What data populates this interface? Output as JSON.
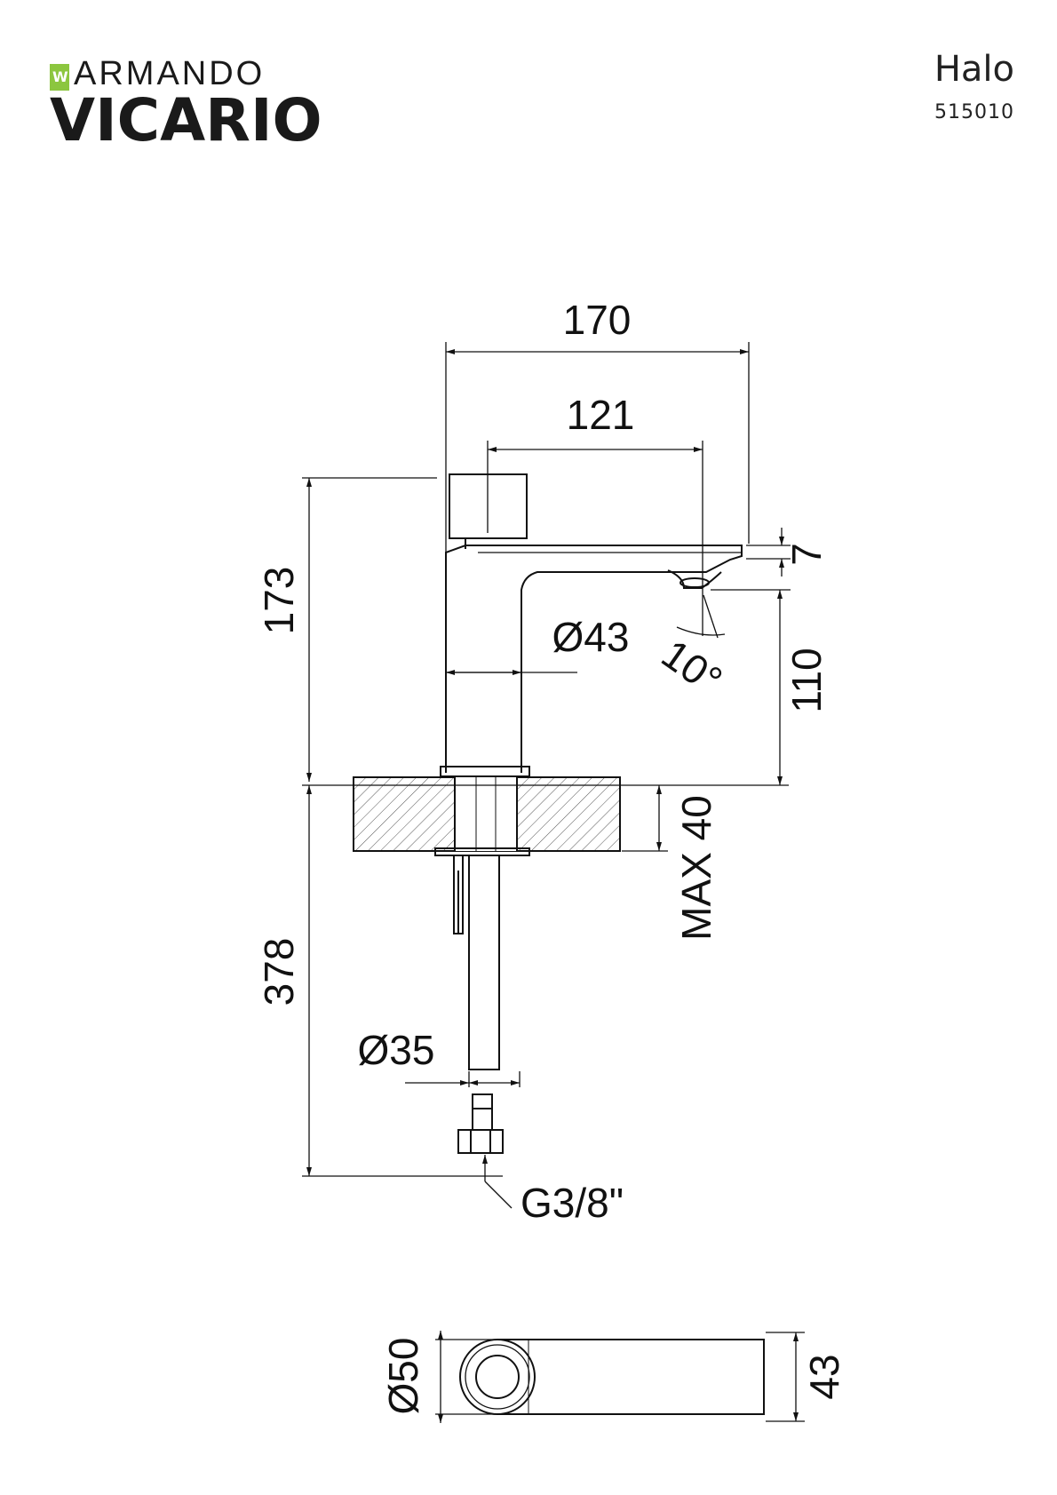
{
  "brand": {
    "line1": "ARMANDO",
    "line2": "VICARIO"
  },
  "product": {
    "name": "Halo",
    "code": "515010"
  },
  "dimensions": {
    "total_width": "170",
    "spout_reach": "121",
    "total_height": "173",
    "spout_thickness": "7",
    "body_diameter": "Ø43",
    "outlet_angle": "10°",
    "outlet_height": "110",
    "deck_thickness": "MAX 40",
    "below_deck_length": "378",
    "shank_diameter": "Ø35",
    "connection": "G3/8\"",
    "base_diameter": "Ø50",
    "spout_height": "43"
  },
  "colors": {
    "brand_accent": "#8cc63f",
    "line": "#111111"
  }
}
